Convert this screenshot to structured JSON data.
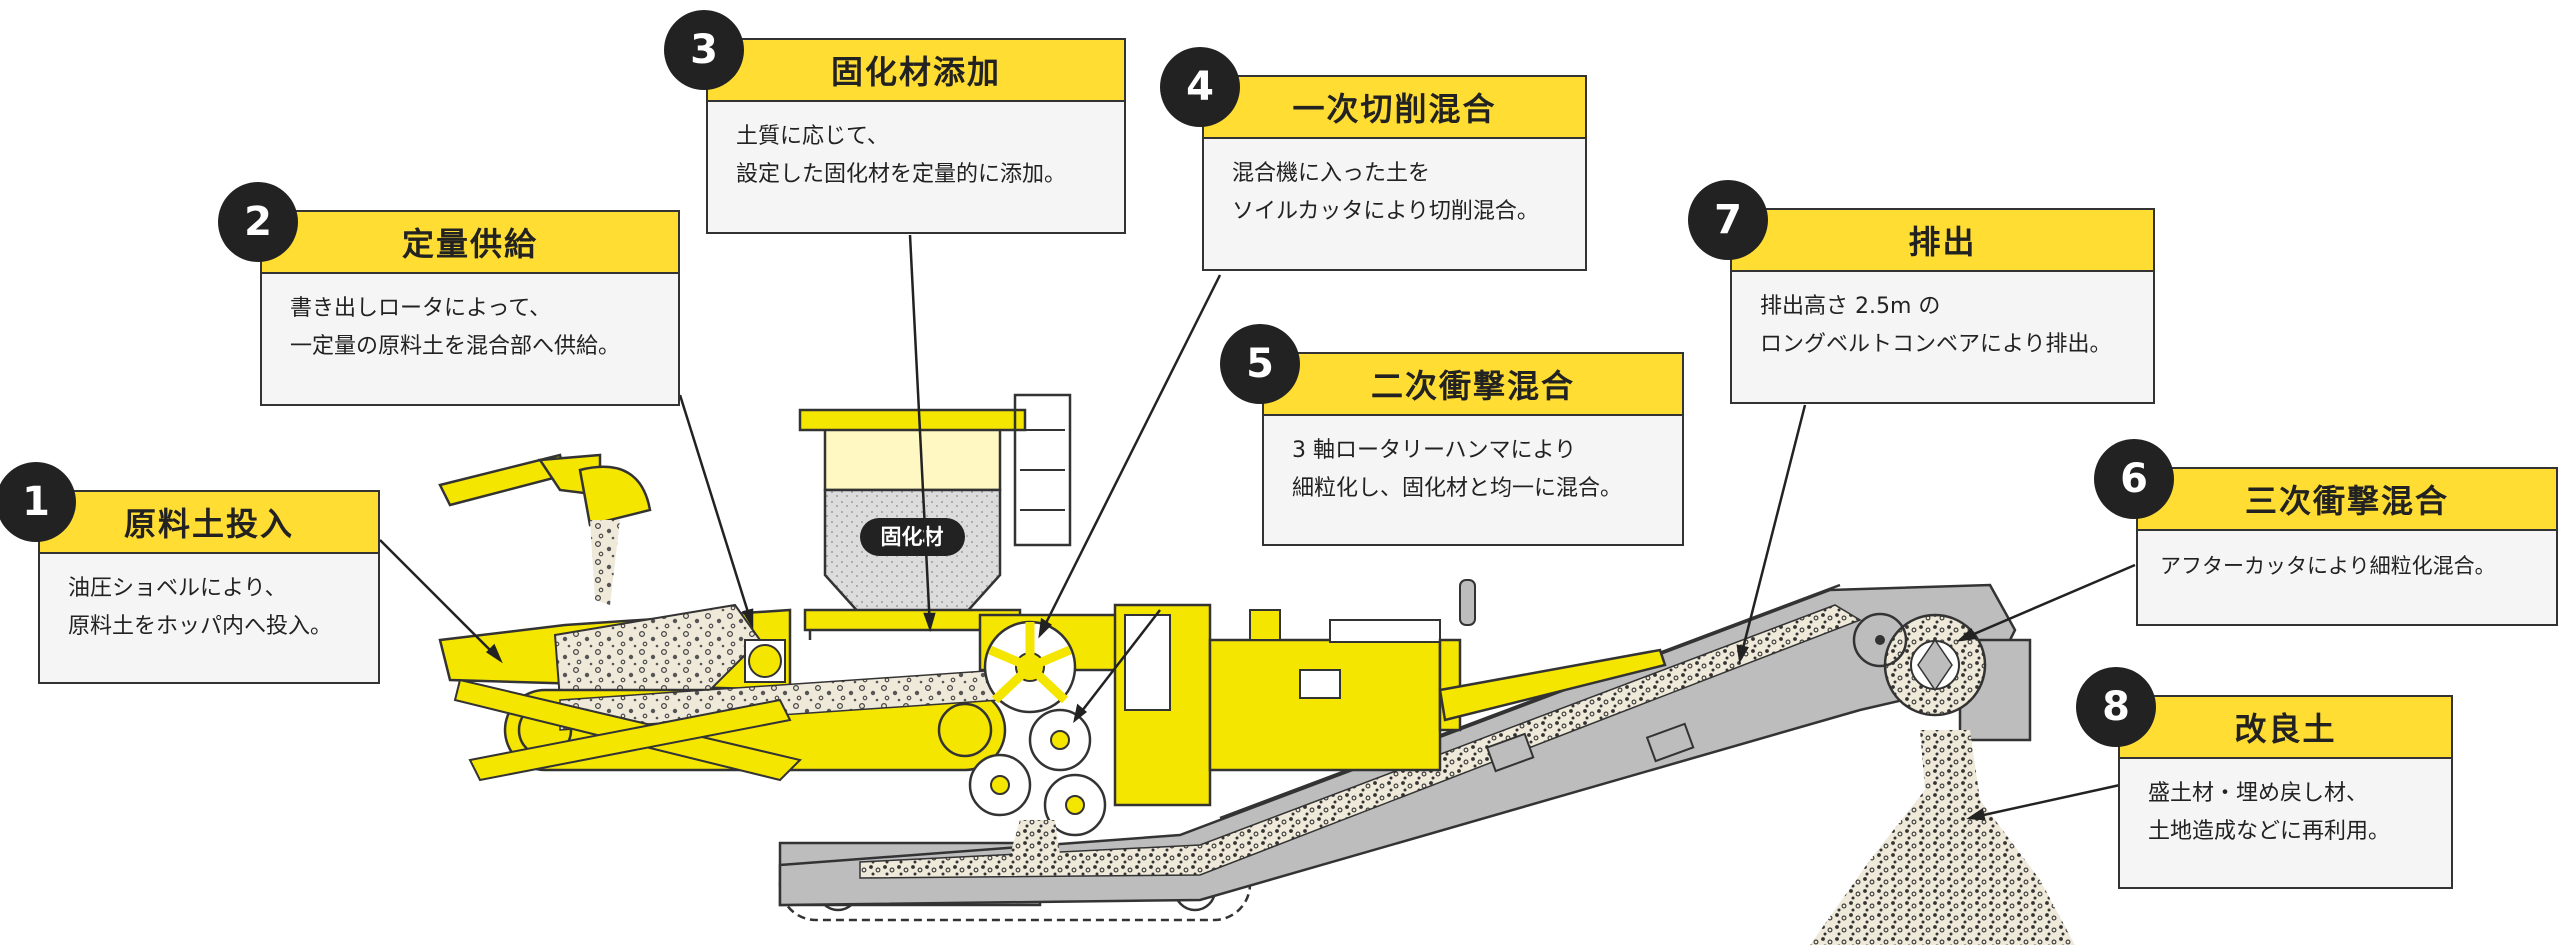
{
  "hopper_label": "固化材",
  "colors": {
    "accent_yellow": "#FFDD33",
    "machine_yellow": "#F5E600",
    "badge": "#222222",
    "box_body": "#F5F5F5",
    "belt_gray": "#BDBDBD",
    "soil": "#EFE9DA"
  },
  "steps": [
    {
      "num": "1",
      "title": "原料土投入",
      "desc": "油圧ショベルにより、\n原料土をホッパ内へ投入。"
    },
    {
      "num": "2",
      "title": "定量供給",
      "desc": "書き出しロータによって、\n一定量の原料土を混合部へ供給。"
    },
    {
      "num": "3",
      "title": "固化材添加",
      "desc": "土質に応じて、\n設定した固化材を定量的に添加。"
    },
    {
      "num": "4",
      "title": "一次切削混合",
      "desc": "混合機に入った土を\nソイルカッタにより切削混合。"
    },
    {
      "num": "5",
      "title": "二次衝撃混合",
      "desc": "3 軸ロータリーハンマにより\n細粒化し、固化材と均一に混合。"
    },
    {
      "num": "6",
      "title": "三次衝撃混合",
      "desc": "アフターカッタにより細粒化混合。"
    },
    {
      "num": "7",
      "title": "排出",
      "desc": "排出高さ 2.5m の\nロングベルトコンベアにより排出。"
    },
    {
      "num": "8",
      "title": "改良土",
      "desc": "盛土材・埋め戻し材、\n土地造成などに再利用。"
    }
  ]
}
